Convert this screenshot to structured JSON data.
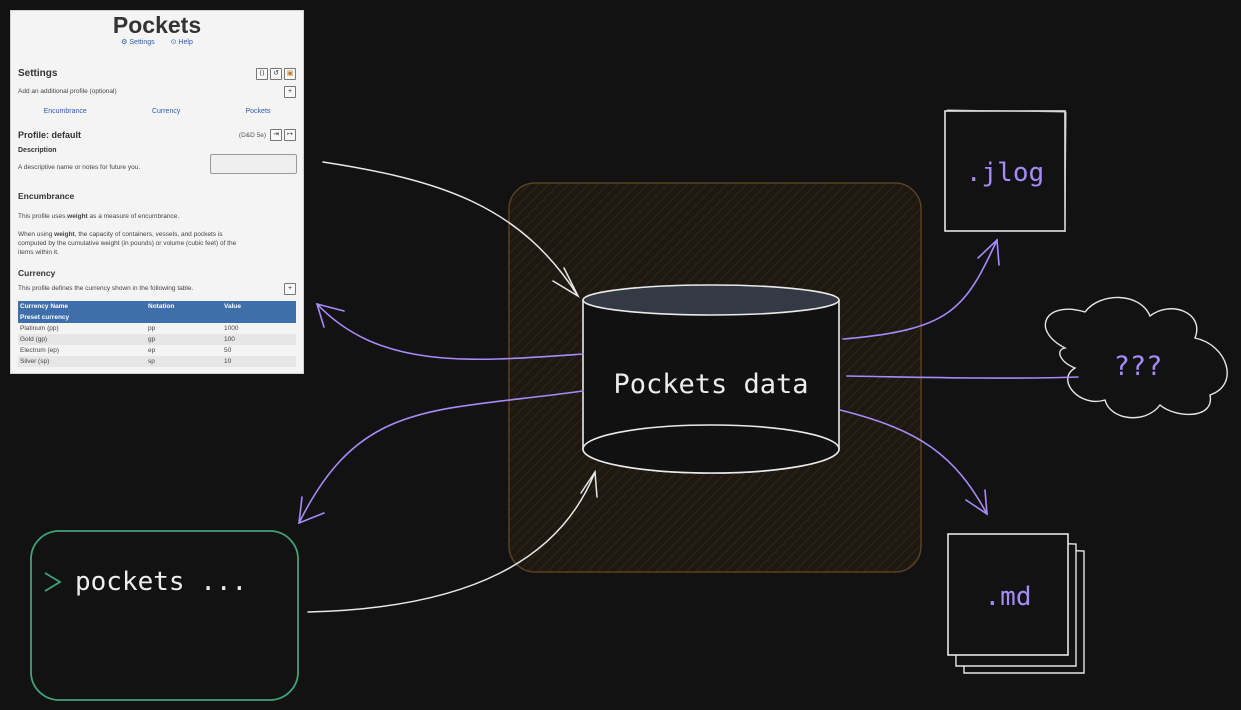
{
  "app": {
    "title": "Pockets",
    "link_settings": "⚙ Settings",
    "link_help": "⊙ Help",
    "settings_heading": "Settings",
    "add_profile_text": "Add an additional profile (optional)",
    "tabs": [
      "Encumbrance",
      "Currency",
      "Pockets"
    ],
    "profile_heading": "Profile: default",
    "profile_system": "(D&D 5e)",
    "description_label": "Description",
    "description_help": "A descriptive name or notes for future you.",
    "encumbrance_heading": "Encumbrance",
    "encumbrance_line1_pre": "This profile uses ",
    "encumbrance_line1_bold": "weight",
    "encumbrance_line1_post": " as a measure of encumbrance.",
    "encumbrance_line2_pre": "When using ",
    "encumbrance_line2_bold": "weight",
    "encumbrance_line2_post": ", the capacity of containers, vessels, and pockets is",
    "encumbrance_line3": "computed by the cumulative weight (in pounds) or volume (cubic feet) of the",
    "encumbrance_line4": "items within it.",
    "currency_heading": "Currency",
    "currency_help": "This profile defines the currency shown in the following table.",
    "table_headers": [
      "Currency Name",
      "Notation",
      "Value"
    ],
    "preset_label": "Preset currency",
    "currency_rows": [
      {
        "name": "Platinum (pp)",
        "notation": "pp",
        "value": "1000"
      },
      {
        "name": "Gold (gp)",
        "notation": "gp",
        "value": "100"
      },
      {
        "name": "Electrum (ep)",
        "notation": "ep",
        "value": "50"
      },
      {
        "name": "Silver (sp)",
        "notation": "sp",
        "value": "10"
      }
    ]
  },
  "diagram": {
    "database_label": "Pockets data",
    "jlog_label": ".jlog",
    "md_label": ".md",
    "cloud_label": "???",
    "cli_prompt": ">",
    "cli_command": "pockets ..."
  },
  "colors": {
    "background": "#121212",
    "purple": "#a78bfa",
    "white": "#e8e8e8",
    "green": "#3fa37a",
    "brown": "#5a4120"
  }
}
